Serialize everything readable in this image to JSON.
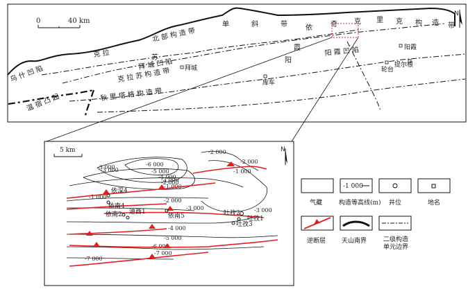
{
  "main_map": {
    "scale_bar": {
      "start": "0",
      "end": "40 km"
    },
    "north": "N",
    "regions": [
      {
        "text": "单",
        "key": "r1"
      },
      {
        "text": "斜",
        "key": "r2"
      },
      {
        "text": "带",
        "key": "r3"
      },
      {
        "text": "依",
        "key": "r4"
      },
      {
        "text": "奇",
        "key": "r5"
      },
      {
        "text": "克",
        "key": "r6"
      },
      {
        "text": "里",
        "key": "r7"
      },
      {
        "text": "克",
        "key": "r8"
      },
      {
        "text": "构",
        "key": "r9"
      },
      {
        "text": "造",
        "key": "r10"
      },
      {
        "text": "带",
        "key": "r11"
      }
    ],
    "place_names": [
      "拜城",
      "库车",
      "轮台",
      "阳霞",
      "提尔根"
    ],
    "labels": {
      "north_mono": "北 部 构 造 带",
      "kela": "克 拉",
      "su": "苏",
      "baicheng_depr": "拜 城 凹 陷",
      "kelasu_struct": "克 拉 苏 构 造 带",
      "qiulitage": "秋 里 塔 格 构 造 带",
      "wushi": "乌 什 凹 陷",
      "wensu": "温 宿 凸 起",
      "yangxia_depr": "阳 霞 凹 陷",
      "yang": "阳",
      "xia": "霞"
    }
  },
  "inset": {
    "scale": "5 km",
    "north": "N",
    "contours": [
      "-6 000",
      "-5 000",
      "-4 000",
      "-3 000",
      "-2 000",
      "-1 000",
      "-2 000",
      "-1 000",
      "-2 000",
      "-3 000",
      "-1 000",
      "-2 000",
      "-3 000",
      "-3 000",
      "-4 000",
      "-5 000",
      "-6 000",
      "-7 000",
      "-7 000",
      "-3 000"
    ],
    "wells": [
      "依深4",
      "依南4",
      "依南2",
      "迪西1",
      "依南5",
      "吐孜2",
      "吐孜1",
      "吐孜3"
    ]
  },
  "legend": {
    "items": [
      {
        "label": "气藏"
      },
      {
        "label": "构造等高线(m)",
        "sample": "-1 000"
      },
      {
        "label": "井位"
      },
      {
        "label": "地名"
      },
      {
        "label": "逆断层"
      },
      {
        "label": "天山南界"
      },
      {
        "label": "二级构造\n单元边界"
      }
    ]
  },
  "colors": {
    "fault": "#e02020",
    "line": "#111111",
    "pool": "#ffffff"
  }
}
